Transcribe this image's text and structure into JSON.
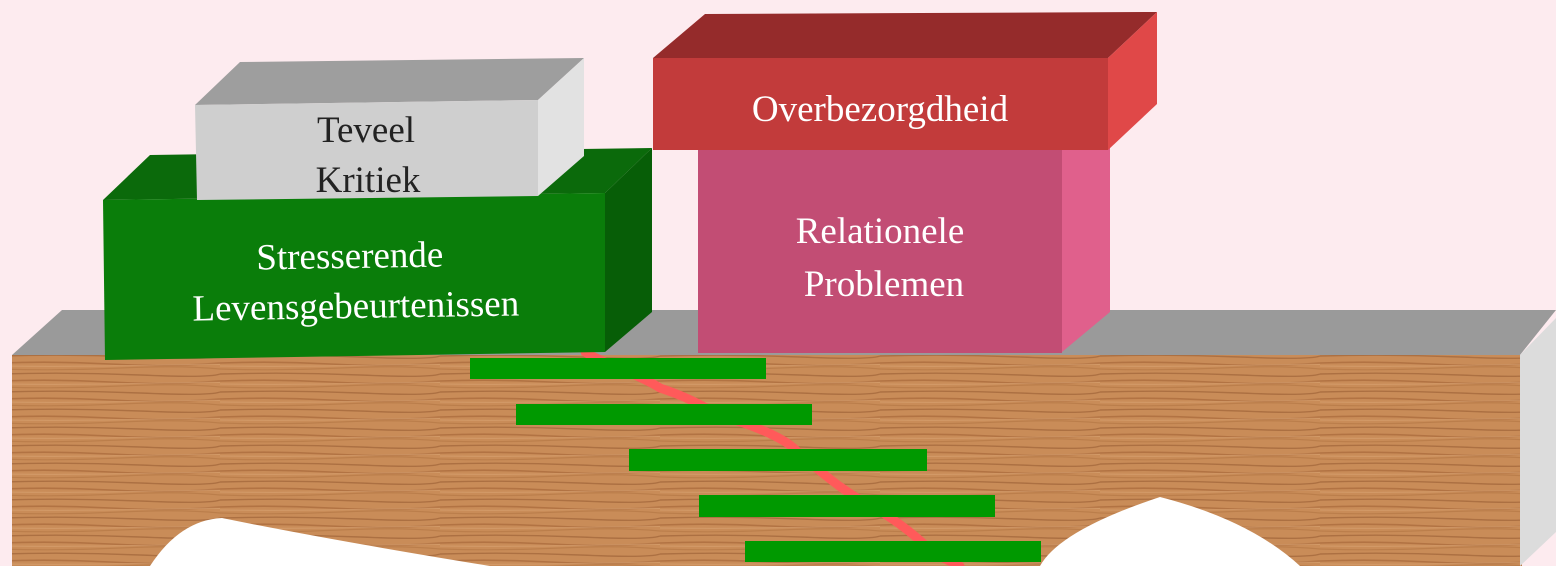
{
  "colors": {
    "background": "#fdebef",
    "beam_top": "#9a9a9a",
    "beam_end": "#dcdcdc",
    "wood_base": "#c98c58",
    "wood_dark": "#a8683a",
    "crack": "#ff5a5a",
    "splint": "#009900",
    "green_front": "#0a7d0a",
    "green_top": "#0b6a0b",
    "green_side": "#075e07",
    "grey_front": "#cfcfcf",
    "grey_top": "#9e9e9e",
    "grey_side": "#e2e2e2",
    "red_front": "#c23b3b",
    "red_top": "#952b2b",
    "red_side": "#e04848",
    "pink_front": "#c24d74",
    "pink_side": "#e0608c",
    "label_light": "#ffffff",
    "label_dark": "#222222"
  },
  "blocks": {
    "teveel_kritiek": {
      "line1": "Teveel",
      "line2": "Kritiek"
    },
    "stresserende": {
      "line1": "Stresserende",
      "line2": "Levensgebeurtenissen"
    },
    "overbezorgdheid": {
      "line1": "Overbezorgdheid"
    },
    "relationele": {
      "line1": "Relationele",
      "line2": "Problemen"
    }
  }
}
